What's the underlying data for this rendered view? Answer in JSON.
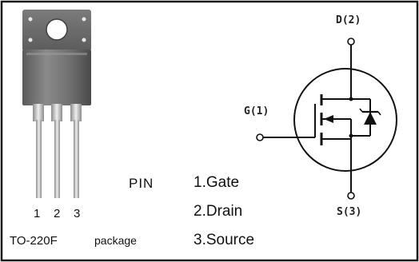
{
  "package": {
    "pins": [
      "1",
      "2",
      "3"
    ],
    "name": "TO-220F",
    "name_suffix": "package"
  },
  "pinout": {
    "heading": "PIN",
    "items": [
      "1.Gate",
      "2.Drain",
      "3.Source"
    ]
  },
  "symbol": {
    "drain": "D(2)",
    "gate": "G(1)",
    "source": "S(3)"
  },
  "colors": {
    "border": "#1a1a1a",
    "package_body": "#6b6b6b",
    "leads": "#c9c9c9"
  }
}
